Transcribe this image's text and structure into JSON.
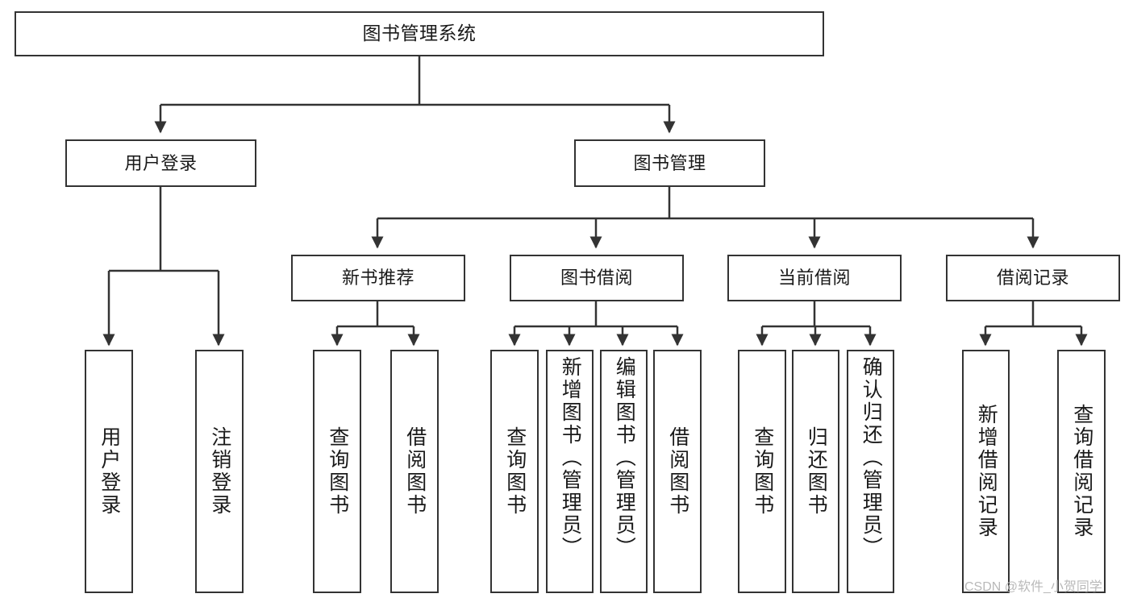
{
  "diagram": {
    "type": "tree-hierarchy-diagram",
    "title": "图书管理系统",
    "colors": {
      "stroke": "#333333",
      "fill": "#ffffff",
      "text": "#1a1a1a",
      "watermark": "#b9b9b9"
    },
    "root": {
      "id": "root",
      "label": "图书管理系统"
    },
    "level2": [
      {
        "id": "user-login",
        "label": "用户登录"
      },
      {
        "id": "book-management",
        "label": "图书管理"
      }
    ],
    "level3": [
      {
        "id": "new-book-recommend",
        "label": "新书推荐",
        "parent": "book-management"
      },
      {
        "id": "book-borrow",
        "label": "图书借阅",
        "parent": "book-management"
      },
      {
        "id": "current-borrow",
        "label": "当前借阅",
        "parent": "book-management"
      },
      {
        "id": "borrow-record",
        "label": "借阅记录",
        "parent": "book-management"
      }
    ],
    "leaves": [
      {
        "id": "leaf-user-login",
        "label": "用户登录",
        "parent": "user-login"
      },
      {
        "id": "leaf-user-logout",
        "label": "注销登录",
        "parent": "user-login"
      },
      {
        "id": "leaf-query-book-1",
        "label": "查询图书",
        "parent": "new-book-recommend"
      },
      {
        "id": "leaf-borrow-book-1",
        "label": "借阅图书",
        "parent": "new-book-recommend"
      },
      {
        "id": "leaf-query-book-2",
        "label": "查询图书",
        "parent": "book-borrow"
      },
      {
        "id": "leaf-add-book",
        "label": "新增图书（管理员）",
        "parent": "book-borrow"
      },
      {
        "id": "leaf-edit-book",
        "label": "编辑图书（管理员）",
        "parent": "book-borrow"
      },
      {
        "id": "leaf-borrow-book-2",
        "label": "借阅图书",
        "parent": "book-borrow"
      },
      {
        "id": "leaf-query-book-3",
        "label": "查询图书",
        "parent": "current-borrow"
      },
      {
        "id": "leaf-return-book",
        "label": "归还图书",
        "parent": "current-borrow"
      },
      {
        "id": "leaf-confirm-return",
        "label": "确认归还（管理员）",
        "parent": "current-borrow"
      },
      {
        "id": "leaf-add-record",
        "label": "新增借阅记录",
        "parent": "borrow-record"
      },
      {
        "id": "leaf-query-record",
        "label": "查询借阅记录",
        "parent": "borrow-record"
      }
    ],
    "watermark": "CSDN @软件_小贺同学"
  }
}
